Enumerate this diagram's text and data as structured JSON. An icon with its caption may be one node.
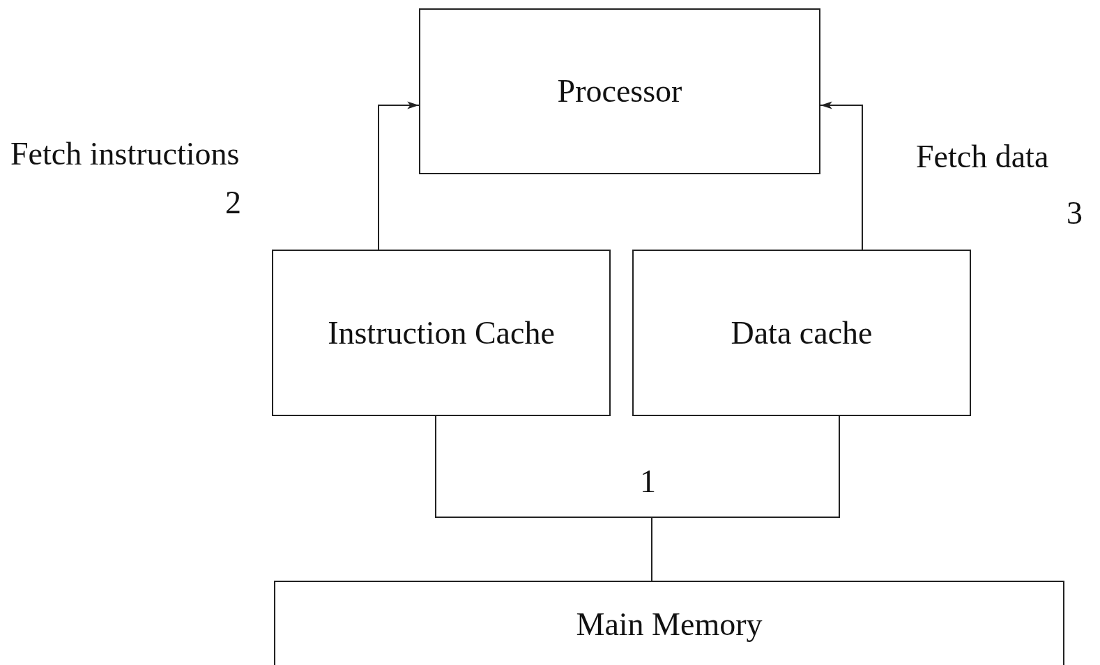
{
  "diagram": {
    "nodes": [
      {
        "text": [
          "Processor"
        ]
      },
      {
        "text": [
          "Instruction Cache"
        ]
      },
      {
        "text": [
          "Data cache"
        ]
      },
      {
        "text": [
          "Main Memory"
        ]
      }
    ],
    "edges": [
      {
        "from": 1,
        "to": 0,
        "arrow": "to"
      },
      {
        "from": 2,
        "to": 0,
        "arrow": "to"
      },
      {
        "from": 1,
        "to": 3,
        "arrow": "none"
      },
      {
        "from": 2,
        "to": 3,
        "arrow": "none"
      }
    ],
    "labels": [
      "Fetch instructions",
      "2",
      "Fetch data",
      "3",
      "1"
    ]
  }
}
